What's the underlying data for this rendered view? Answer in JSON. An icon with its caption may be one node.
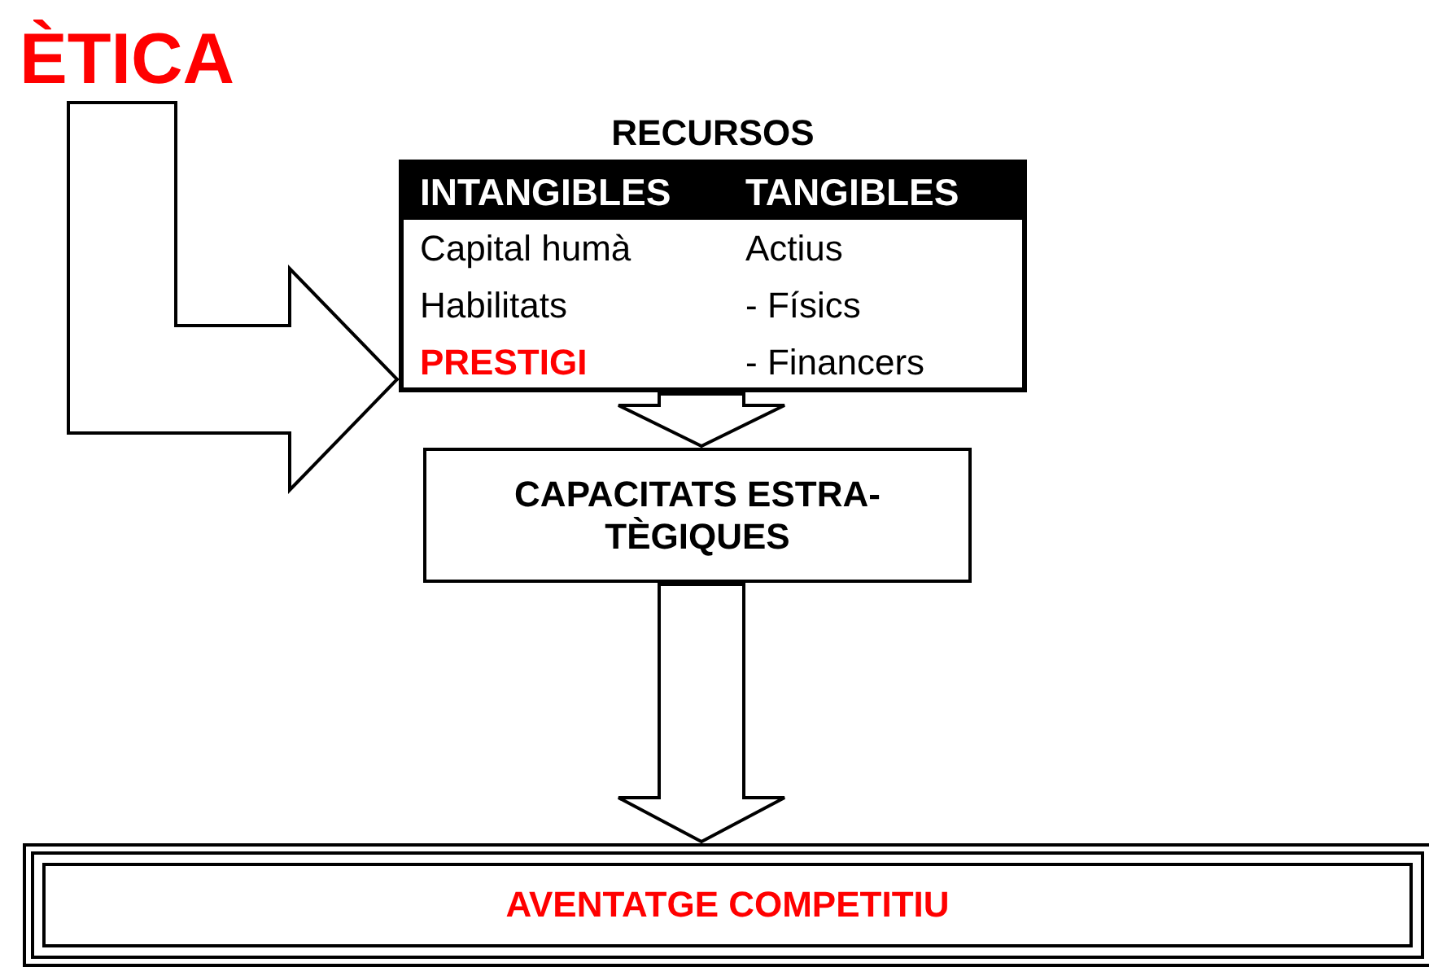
{
  "diagram": {
    "nodes": [
      {
        "text": [
          "ÈTICA"
        ]
      },
      {
        "text": [
          "RECURSOS",
          "INTANGIBLES",
          "TANGIBLES",
          "Capital humà",
          "Actius",
          "Habilitats",
          "- Físics",
          "PRESTIGI",
          "- Financers"
        ]
      },
      {
        "text": [
          "CAPACITATS ESTRA- TÈGIQUES"
        ]
      },
      {
        "text": [
          "AVENTATGE COMPETITIU"
        ]
      }
    ],
    "edges": [
      {
        "from": 0,
        "to": 1,
        "arrow": "to",
        "style": "thick"
      },
      {
        "from": 1,
        "to": 2,
        "arrow": "to",
        "style": "thick"
      },
      {
        "from": 2,
        "to": 3,
        "arrow": "to",
        "style": "thick"
      }
    ]
  }
}
